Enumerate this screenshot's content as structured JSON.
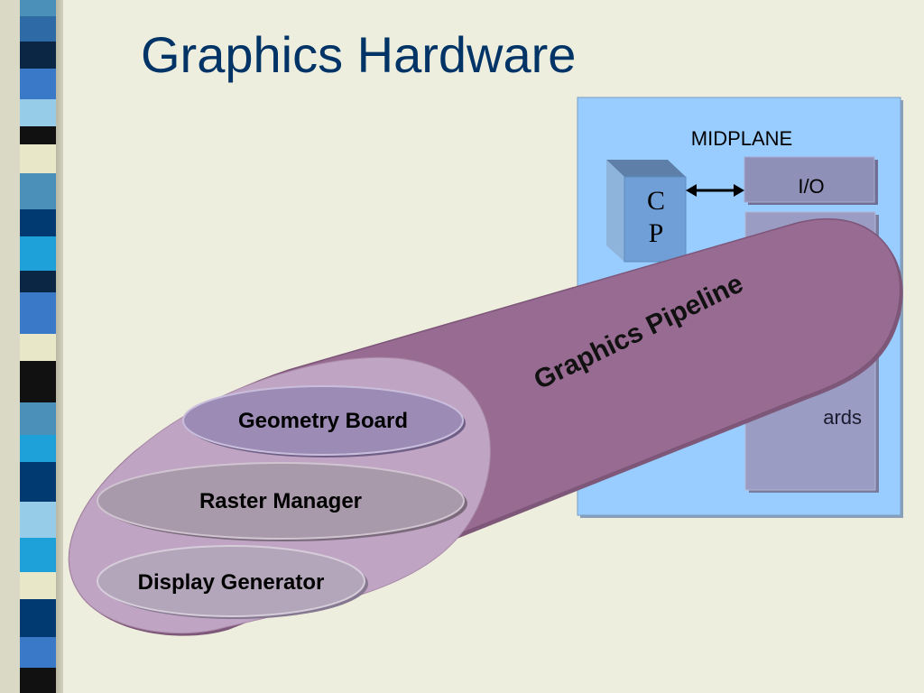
{
  "slide": {
    "title": "Graphics Hardware"
  },
  "diagram": {
    "midplane": {
      "label": "MIDPLANE"
    },
    "cpu_box": {
      "label_line1": "C",
      "label_line2": "P"
    },
    "io_box": {
      "label": "I/O"
    },
    "boards_box": {
      "label_partial": "ards"
    },
    "pipeline": {
      "label": "Graphics Pipeline"
    },
    "boards": [
      {
        "label": "Geometry Board"
      },
      {
        "label": "Raster Manager"
      },
      {
        "label": "Display Generator"
      }
    ]
  },
  "colors": {
    "background": "#eeeedf",
    "title": "#003366",
    "midplane_fill": "#99ccff",
    "pipeline_fill": "#986b93",
    "pipeline_inner_fill": "#c0a4c3",
    "geometry_fill": "#9c8bb5",
    "raster_fill": "#a99aab",
    "display_fill": "#b3a6ba",
    "io_fill": "#8e90b8",
    "cpu_fill": "#6f9fd6"
  }
}
